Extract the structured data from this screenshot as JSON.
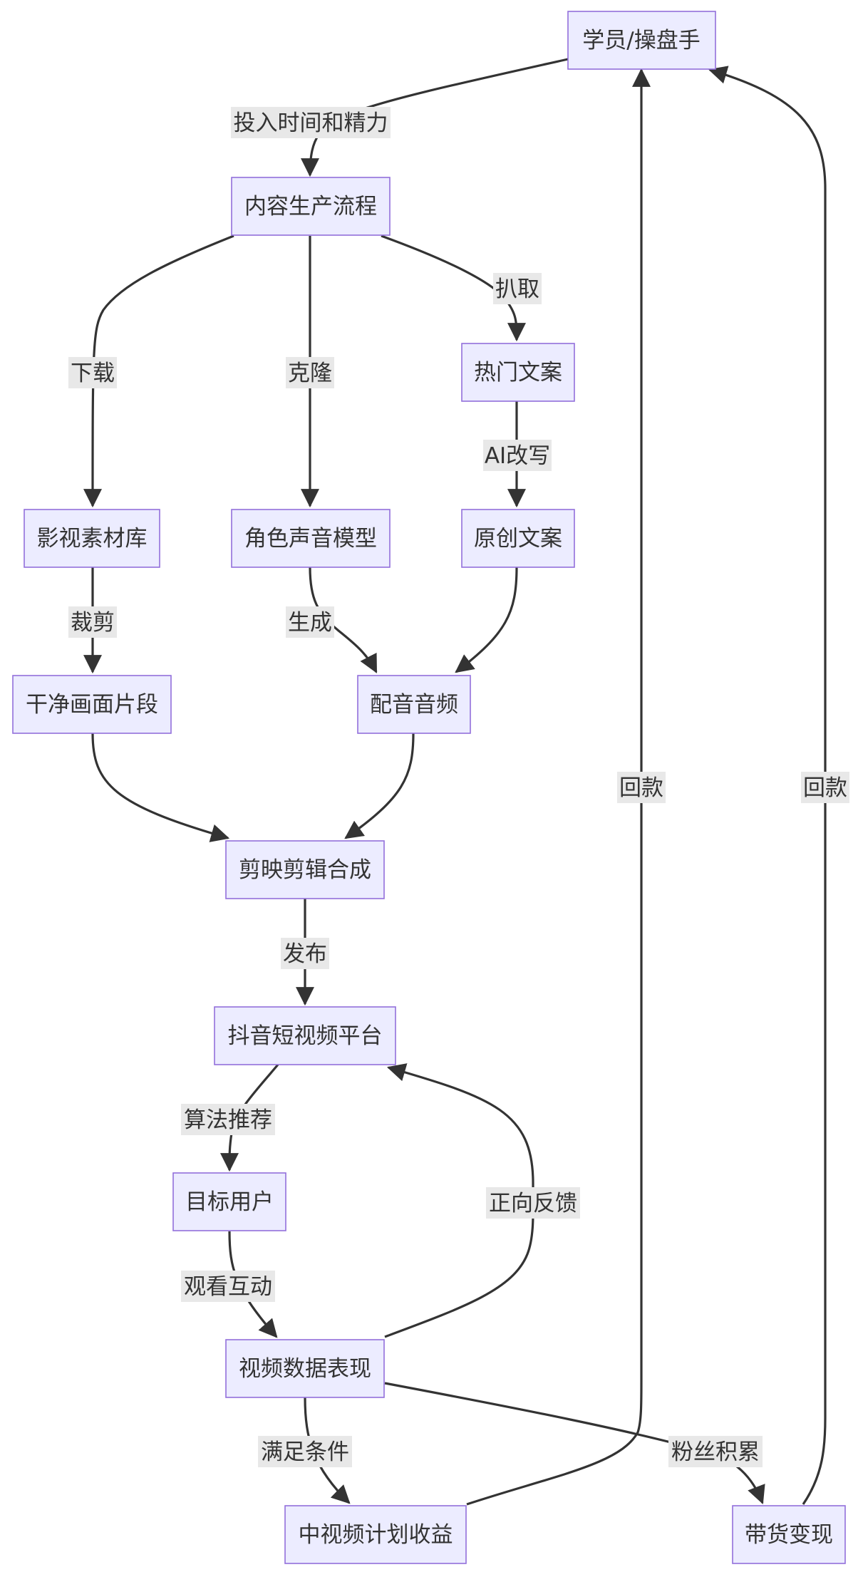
{
  "nodes": {
    "student": "学员/操盘手",
    "content_flow": "内容生产流程",
    "hot_copy": "热门文案",
    "film_lib": "影视素材库",
    "voice_model": "角色声音模型",
    "original_copy": "原创文案",
    "clean_clips": "干净画面片段",
    "dub_audio": "配音音频",
    "capcut": "剪映剪辑合成",
    "douyin": "抖音短视频平台",
    "target_users": "目标用户",
    "video_data": "视频数据表现",
    "mid_video_income": "中视频计划收益",
    "commerce": "带货变现"
  },
  "edges": {
    "invest": "投入时间和精力",
    "download": "下载",
    "clone": "克隆",
    "scrape": "扒取",
    "ai_rewrite": "AI改写",
    "cut": "裁剪",
    "generate": "生成",
    "publish": "发布",
    "algo": "算法推荐",
    "watch": "观看互动",
    "feedback": "正向反馈",
    "meet": "满足条件",
    "fans": "粉丝积累",
    "payback1": "回款",
    "payback2": "回款"
  }
}
